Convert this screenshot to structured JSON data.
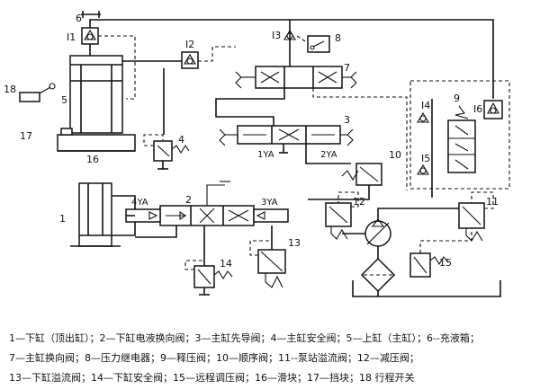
{
  "labels": {
    "n1": "1",
    "n2": "2",
    "n3": "3",
    "n4": "4",
    "n5": "5",
    "n6": "6",
    "n7": "7",
    "n8": "8",
    "n9": "9",
    "n10": "10",
    "n11": "11",
    "n12": "12",
    "n13": "13",
    "n14": "14",
    "n15": "15",
    "n16": "16",
    "n17": "17",
    "n18": "18",
    "I1": "I1",
    "I2": "I2",
    "I3": "I3",
    "I4": "I4",
    "I5": "I5",
    "I6": "I6",
    "yaA": "1YA",
    "yaB": "2YA",
    "yaC": "3YA",
    "yaD": "4YA"
  },
  "legend": {
    "line1": "1—下缸（顶出缸）；2—下缸电液换向阀；3—主缸先导阀；4—主缸安全阀；5—上缸（主缸）；6--充液箱；",
    "line2": "7—主缸换向阀；8—压力继电器；9—释压阀；10—顺序阀；11--泵站溢流阀；12—减压阀；",
    "line3": "13—下缸溢流阀；14—下缸安全阀；15—远程调压阀；16—滑块；17—挡块；18 行程开关"
  }
}
